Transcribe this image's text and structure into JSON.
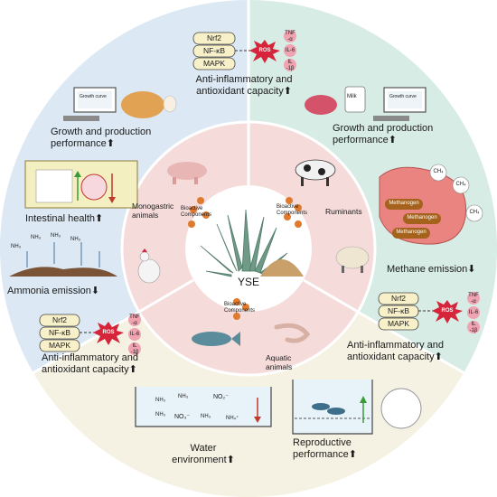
{
  "center": {
    "label": "YSE"
  },
  "inner_ring": {
    "monogastric": "Monogastric\nanimals",
    "ruminants": "Ruminants",
    "aquatic": "Aquatic\nanimals",
    "bioactive": "Bioactive\nComponents"
  },
  "pathway": {
    "nrf2": "Nrf2",
    "nfkb": "NF-κB",
    "mapk": "MAPK",
    "ros": "ROS",
    "tnf": "TNF\n-α",
    "il6": "IL-6",
    "il1b": "IL\n-1β"
  },
  "outer_labels": {
    "anti_top": "Anti-inflammatory and\nantioxidant capacity⬆",
    "growth_left": "Growth and production\nperformance⬆",
    "growth_right": "Growth and production\nperformance⬆",
    "intestinal": "Intestinal health⬆",
    "ammonia": "Ammonia emission⬇",
    "anti_left": "Anti-inflammatory and\nantioxidant capacity⬆",
    "methane": "Methane emission⬇",
    "anti_right": "Anti-inflammatory and\nantioxidant capacity⬆",
    "water": "Water\nenvironment⬆",
    "reproductive": "Reproductive\nperformance⬆"
  },
  "small_labels": {
    "growth_curve": "Growth curve",
    "milk": "Milk",
    "methanogen": "Methanogen",
    "ch4": "CH₄",
    "nh3": "NH₃",
    "no2": "NO₂⁻",
    "no3": "NO₃⁻",
    "nh4": "NH₄⁺"
  },
  "colors": {
    "top_left": "#dce8f3",
    "top_right": "#d8ece6",
    "bottom": "#f6f2e3",
    "inner": "#f6dbdb",
    "ros": "#d6243a",
    "cytokine": "#f0a3b0",
    "node": "#e07a2e"
  }
}
